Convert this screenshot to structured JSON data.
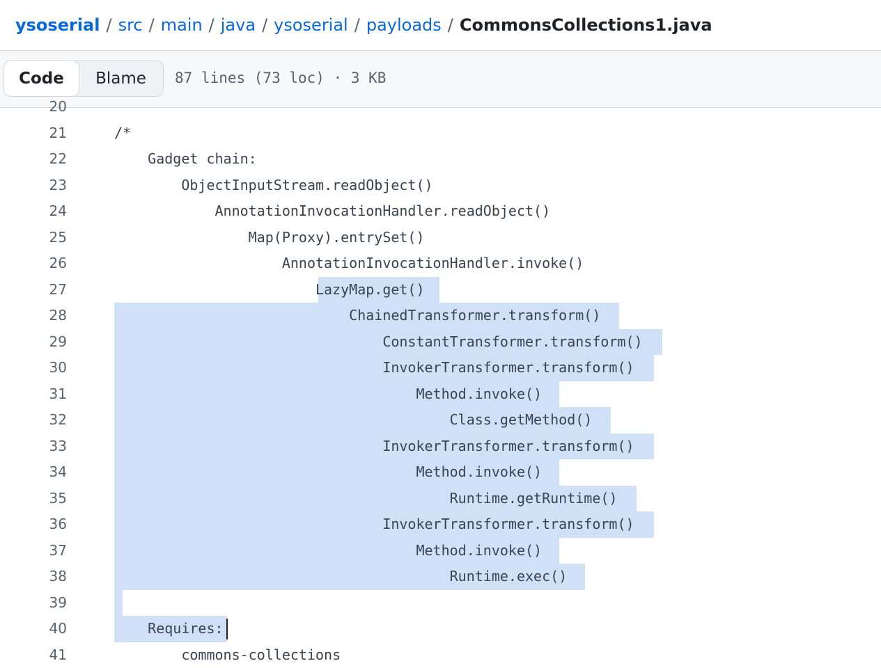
{
  "breadcrumb": {
    "segments": [
      "ysoserial",
      "src",
      "main",
      "java",
      "ysoserial",
      "payloads"
    ],
    "separator": "/",
    "file": "CommonsCollections1.java"
  },
  "toolbar": {
    "code_label": "Code",
    "blame_label": "Blame",
    "file_info": "87 lines (73 loc) · 3 KB"
  },
  "code": {
    "partial_top_number": "20",
    "lines": [
      {
        "n": "21",
        "text": "/*"
      },
      {
        "n": "22",
        "text": "    Gadget chain:"
      },
      {
        "n": "23",
        "text": "        ObjectInputStream.readObject()"
      },
      {
        "n": "24",
        "text": "            AnnotationInvocationHandler.readObject()"
      },
      {
        "n": "25",
        "text": "                Map(Proxy).entrySet()"
      },
      {
        "n": "26",
        "text": "                    AnnotationInvocationHandler.invoke()"
      },
      {
        "n": "27",
        "text": "                        LazyMap.get()"
      },
      {
        "n": "28",
        "text": "                            ChainedTransformer.transform()"
      },
      {
        "n": "29",
        "text": "                                ConstantTransformer.transform()"
      },
      {
        "n": "30",
        "text": "                                InvokerTransformer.transform()"
      },
      {
        "n": "31",
        "text": "                                    Method.invoke()"
      },
      {
        "n": "32",
        "text": "                                        Class.getMethod()"
      },
      {
        "n": "33",
        "text": "                                InvokerTransformer.transform()"
      },
      {
        "n": "34",
        "text": "                                    Method.invoke()"
      },
      {
        "n": "35",
        "text": "                                        Runtime.getRuntime()"
      },
      {
        "n": "36",
        "text": "                                InvokerTransformer.transform()"
      },
      {
        "n": "37",
        "text": "                                    Method.invoke()"
      },
      {
        "n": "38",
        "text": "                                        Runtime.exec()"
      },
      {
        "n": "39",
        "text": ""
      },
      {
        "n": "40",
        "text": "    Requires:"
      }
    ],
    "partial_bottom_number": "41",
    "partial_bottom_text": "        commons-collections"
  },
  "colors": {
    "link": "#0969da",
    "selection": "#cfe0f7",
    "toolbar_bg": "#f6f8fa"
  }
}
